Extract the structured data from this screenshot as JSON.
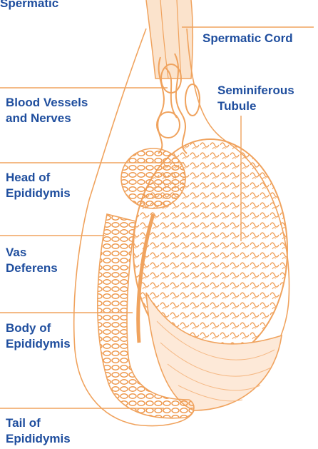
{
  "figure": {
    "top_caption": "Spermatic",
    "accent_color": "#f0a35e",
    "label_color": "#1f4e9e"
  },
  "labels": {
    "spermatic_cord": "Spermatic Cord",
    "seminiferous_line1": "Seminiferous",
    "seminiferous_line2": "Tubule",
    "blood_vessels_line1": "Blood Vessels",
    "blood_vessels_line2": "and Nerves",
    "head_epididymis_line1": "Head of",
    "head_epididymis_line2": "Epididymis",
    "vas_deferens_line1": "Vas",
    "vas_deferens_line2": "Deferens",
    "body_epididymis_line1": "Body of",
    "body_epididymis_line2": "Epididymis",
    "tail_epididymis_line1": "Tail of",
    "tail_epididymis_line2": "Epididymis"
  }
}
